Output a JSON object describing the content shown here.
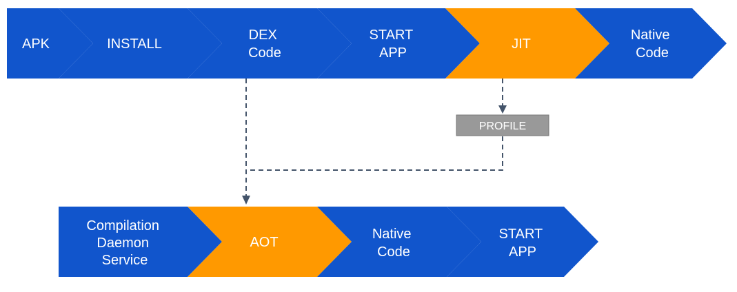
{
  "colors": {
    "process_blue": "#1155cc",
    "highlight_orange": "#ff9900",
    "profile_gray": "#999999",
    "profile_border": "#777777",
    "connector_gray": "#44546a",
    "text_white": "#ffffff"
  },
  "top_row": [
    {
      "id": "apk",
      "lines": [
        "APK"
      ],
      "color": "blue"
    },
    {
      "id": "install",
      "lines": [
        "INSTALL"
      ],
      "color": "blue"
    },
    {
      "id": "dex-code",
      "lines": [
        "DEX",
        "Code"
      ],
      "color": "blue"
    },
    {
      "id": "start-app",
      "lines": [
        "START",
        "APP"
      ],
      "color": "blue"
    },
    {
      "id": "jit",
      "lines": [
        "JIT"
      ],
      "color": "orange"
    },
    {
      "id": "native-code",
      "lines": [
        "Native",
        "Code"
      ],
      "color": "blue"
    }
  ],
  "profile": {
    "label": "PROFILE"
  },
  "bottom_row": [
    {
      "id": "compilation-daemon-service",
      "lines": [
        "Compilation",
        "Daemon",
        "Service"
      ],
      "color": "blue"
    },
    {
      "id": "aot",
      "lines": [
        "AOT"
      ],
      "color": "orange"
    },
    {
      "id": "native-code-bottom",
      "lines": [
        "Native",
        "Code"
      ],
      "color": "blue"
    },
    {
      "id": "start-app-bottom",
      "lines": [
        "START",
        "APP"
      ],
      "color": "blue"
    }
  ]
}
